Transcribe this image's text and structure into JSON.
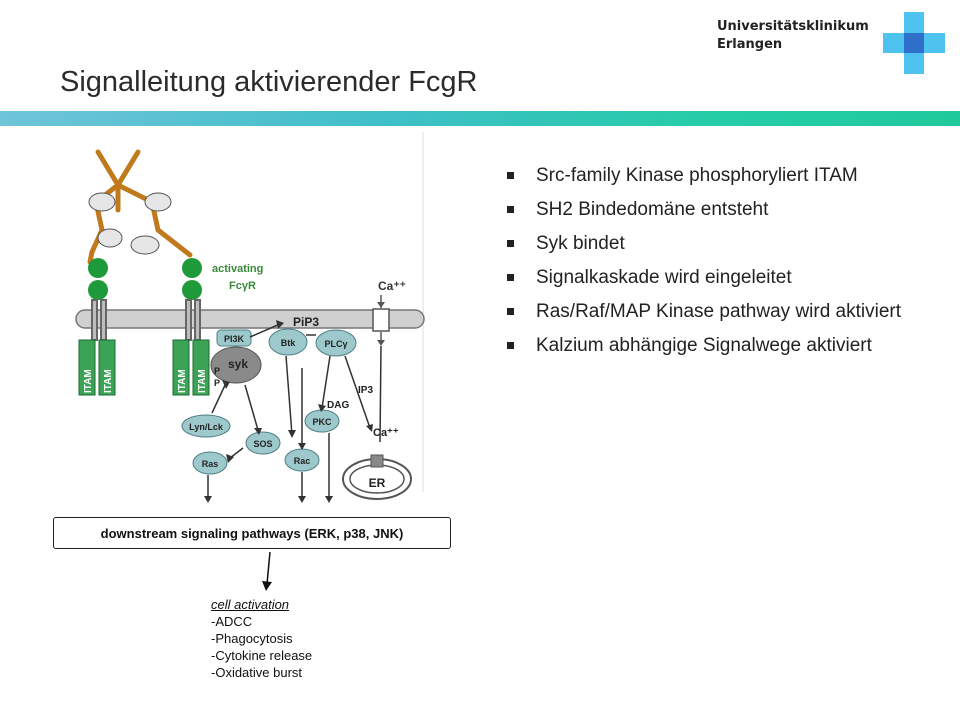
{
  "header": {
    "logo_line1": "Universitätsklinikum",
    "logo_line2": "Erlangen",
    "logo_colors": {
      "light": "#4fc3f0",
      "dark": "#2f6fc9"
    },
    "accent_bar_colors": [
      "#6fc4d9",
      "#24cda6"
    ]
  },
  "slide": {
    "title": "Signalleitung aktivierender FcgR"
  },
  "bullets": [
    "Src-family Kinase phosphoryliert ITAM",
    "SH2 Bindedomäne entsteht",
    "Syk bindet",
    "Signalkaskade wird eingeleitet",
    "Ras/Raf/MAP Kinase pathway wird aktiviert",
    "Kalzium abhängige Signalwege aktiviert"
  ],
  "diagram": {
    "itam": "ITAM",
    "activating": "activating",
    "receptor": "FcγR",
    "ca_top": "Ca⁺⁺",
    "pip3": "PiP3",
    "pi3k": "PI3K",
    "btk": "Btk",
    "plc": "PLCγ",
    "syk": "syk",
    "p1": "P",
    "p2": "P",
    "ip3": "IP3",
    "dag": "DAG",
    "lynlck": "Lyn/Lck",
    "sos": "SOS",
    "pkc": "PKC",
    "ca_er": "Ca⁺⁺",
    "ras": "Ras",
    "rac": "Rac",
    "er": "ER"
  },
  "downstream": {
    "label": "downstream signaling pathways (ERK, p38, JNK)"
  },
  "activation": {
    "heading": "cell activation",
    "items": [
      "-ADCC",
      "-Phagocytosis",
      "-Cytokine release",
      "-Oxidative burst"
    ]
  }
}
